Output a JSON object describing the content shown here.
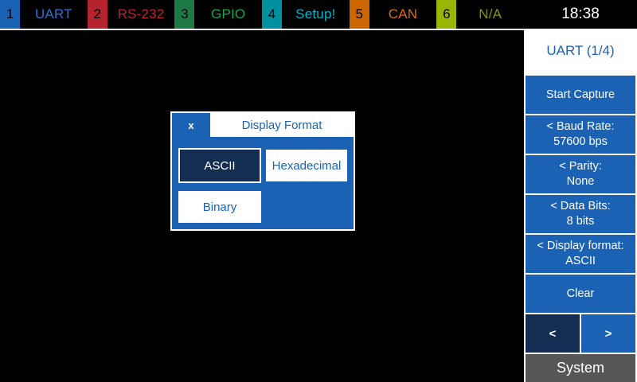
{
  "tabs": [
    {
      "number": "1",
      "label": "UART",
      "num_bg": "#1B62B5",
      "label_color": "#2B6FD4"
    },
    {
      "number": "2",
      "label": "RS-232",
      "num_bg": "#B5232F",
      "label_color": "#C0202C"
    },
    {
      "number": "3",
      "label": "GPIO",
      "num_bg": "#1E7A43",
      "label_color": "#12A54A"
    },
    {
      "number": "4",
      "label": "Setup!",
      "num_bg": "#00909E",
      "label_color": "#00B5C8"
    },
    {
      "number": "5",
      "label": "CAN",
      "num_bg": "#CC6600",
      "label_color": "#E06A0A"
    },
    {
      "number": "6",
      "label": "N/A",
      "num_bg": "#99B500",
      "label_color": "#7F9B00"
    }
  ],
  "clock": {
    "time": "18:38"
  },
  "panel": {
    "title": "UART (1/4)",
    "buttons": [
      {
        "line1": "Start Capture",
        "line2": ""
      },
      {
        "line1": "< Baud Rate:",
        "line2": "57600 bps"
      },
      {
        "line1": "< Parity:",
        "line2": "None"
      },
      {
        "line1": "< Data Bits:",
        "line2": "8 bits"
      },
      {
        "line1": "< Display format:",
        "line2": "ASCII"
      },
      {
        "line1": "Clear",
        "line2": ""
      }
    ],
    "nav_prev": "<",
    "nav_next": ">",
    "system": "System"
  },
  "dialog": {
    "close_label": "x",
    "title": "Display Format",
    "options": [
      {
        "label": "ASCII",
        "selected": true
      },
      {
        "label": "Hexadecimal",
        "selected": false
      },
      {
        "label": "Binary",
        "selected": false
      }
    ]
  },
  "colors": {
    "accent_blue": "#1B62B5",
    "dark_navy": "#142D52",
    "gray": "#565656",
    "background": "#000000"
  }
}
